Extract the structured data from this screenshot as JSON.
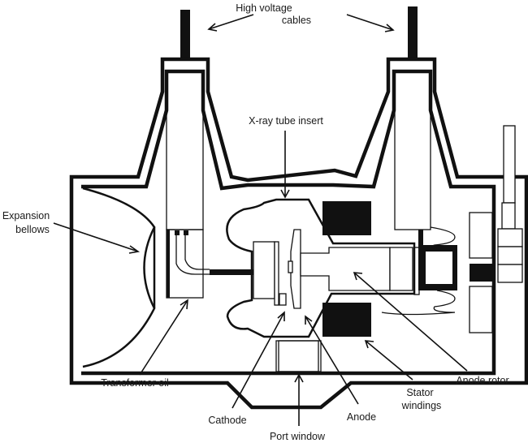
{
  "figure": {
    "title": "Components of an X-ray tube housing",
    "labels": {
      "high_voltage_cables_line1": "High voltage",
      "high_voltage_cables_line2": "cables",
      "xray_tube_insert": "X-ray tube insert",
      "expansion_bellows_line1": "Expansion",
      "expansion_bellows_line2": "bellows",
      "transformer_oil": "Transformer oil",
      "cathode": "Cathode",
      "port_window": "Port window",
      "anode": "Anode",
      "stator_windings_line1": "Stator",
      "stator_windings_line2": "windings",
      "anode_rotor": "Anode rotor"
    },
    "colors": {
      "ink": "#111111",
      "background": "#ffffff"
    }
  }
}
